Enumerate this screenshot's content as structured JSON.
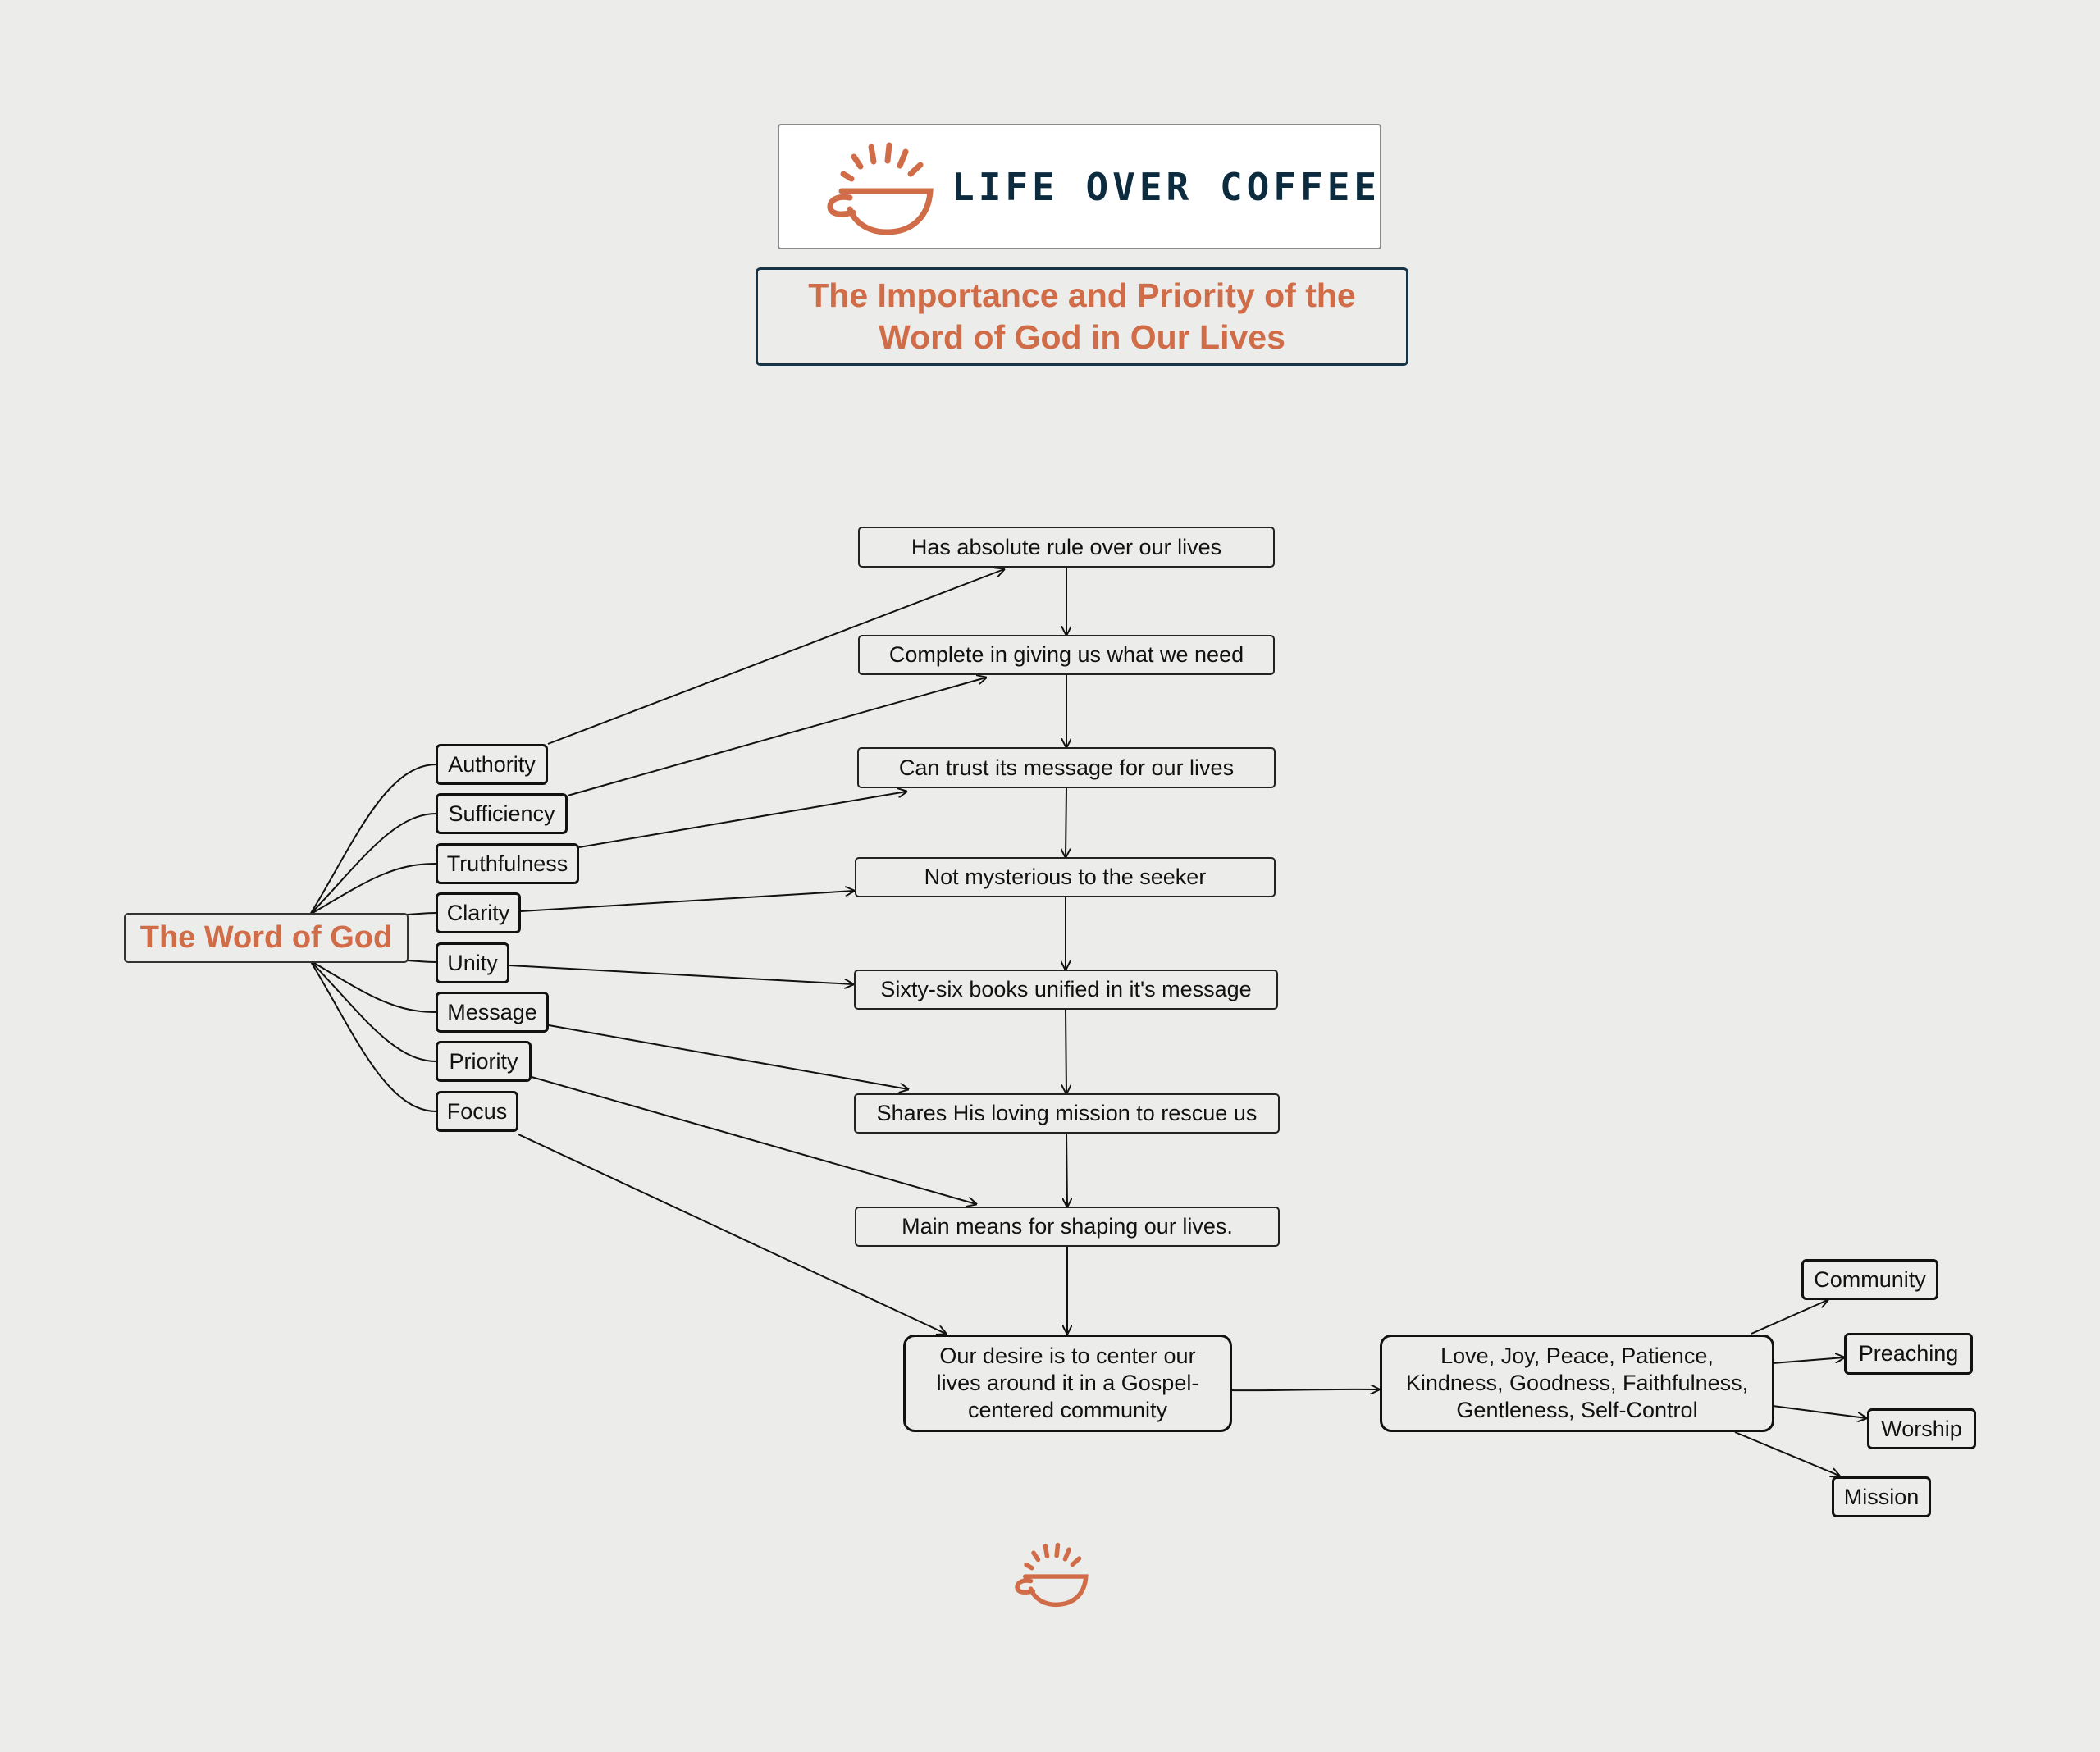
{
  "logo": {
    "brand_text": "LIFE OVER COFFEE",
    "icon": "coffee-cup-sunrise-icon",
    "color": "#d06d48",
    "text_color": "#0c2b3e"
  },
  "title": "The Importance and Priority of the Word of God in Our Lives",
  "root": "The Word of God",
  "attributes": [
    "Authority",
    "Sufficiency",
    "Truthfulness",
    "Clarity",
    "Unity",
    "Message",
    "Priority",
    "Focus"
  ],
  "statements": [
    "Has absolute rule over our lives",
    "Complete in giving us what we need",
    "Can trust its message for our lives",
    "Not mysterious to the seeker",
    "Sixty-six books unified in it's message",
    "Shares His loving mission to rescue us",
    "Main means for shaping our lives."
  ],
  "desire": "Our desire is to center our lives around it in a Gospel-centered community",
  "fruit": "Love, Joy, Peace, Patience, Kindness, Goodness, Faithfulness, Gentleness, Self-Control",
  "outcomes": [
    "Community",
    "Preaching",
    "Worship",
    "Mission"
  ],
  "footer_icon": "coffee-cup-sunrise-icon",
  "colors": {
    "accent": "#d06d48",
    "navy": "#163447",
    "background": "#ececea"
  }
}
